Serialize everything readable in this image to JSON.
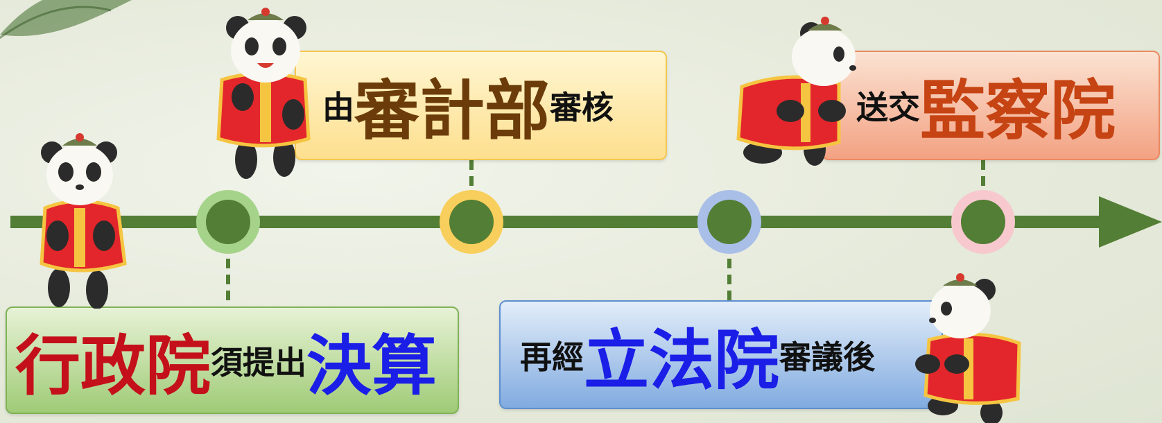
{
  "timeline": {
    "line_color": "#537e35",
    "milestones": [
      {
        "name": "milestone-1",
        "ring_color": "#a6d38a"
      },
      {
        "name": "milestone-2",
        "ring_color": "#f8cf5c"
      },
      {
        "name": "milestone-3",
        "ring_color": "#a9bfe8"
      },
      {
        "name": "milestone-4",
        "ring_color": "#f7c9ce"
      }
    ]
  },
  "steps": [
    {
      "id": "audit",
      "parts": [
        "由",
        "審計部",
        "審核"
      ],
      "accent": "#6b3c09"
    },
    {
      "id": "control",
      "parts": [
        "送交",
        "監察院"
      ],
      "accent": "#c64313"
    },
    {
      "id": "executive",
      "parts": [
        "行政院",
        "須提出",
        "決算"
      ],
      "accent": "#c4101a"
    },
    {
      "id": "legislative",
      "parts": [
        "再經",
        "立法院",
        "審議後"
      ],
      "accent": "#1a1ee6"
    }
  ],
  "icons": {
    "mascot": "panda-mascot-icon",
    "decoration": "leaf-icon"
  }
}
